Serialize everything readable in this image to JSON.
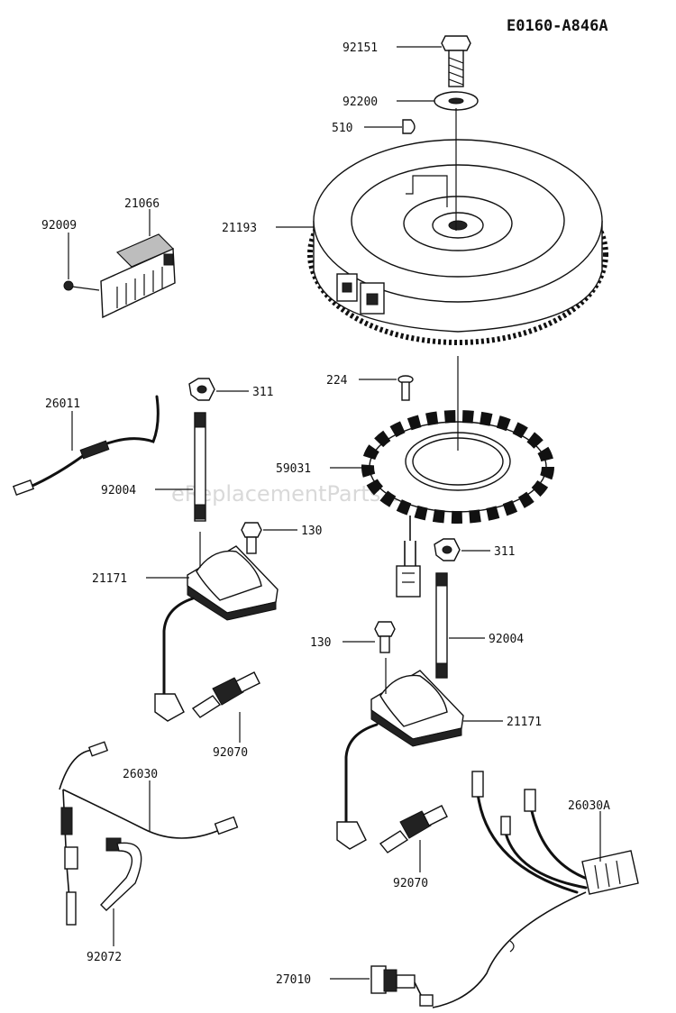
{
  "diagram_code": "E0160-A846A",
  "watermark": "eReplacementParts.com",
  "parts": [
    {
      "id": "p-92151",
      "label": "92151"
    },
    {
      "id": "p-92200",
      "label": "92200"
    },
    {
      "id": "p-510",
      "label": "510"
    },
    {
      "id": "p-21066",
      "label": "21066"
    },
    {
      "id": "p-92009",
      "label": "92009"
    },
    {
      "id": "p-21193",
      "label": "21193"
    },
    {
      "id": "p-311-a",
      "label": "311"
    },
    {
      "id": "p-224",
      "label": "224"
    },
    {
      "id": "p-26011",
      "label": "26011"
    },
    {
      "id": "p-59031",
      "label": "59031"
    },
    {
      "id": "p-92004-a",
      "label": "92004"
    },
    {
      "id": "p-130-a",
      "label": "130"
    },
    {
      "id": "p-311-b",
      "label": "311"
    },
    {
      "id": "p-21171-a",
      "label": "21171"
    },
    {
      "id": "p-130-b",
      "label": "130"
    },
    {
      "id": "p-92004-b",
      "label": "92004"
    },
    {
      "id": "p-92070-a",
      "label": "92070"
    },
    {
      "id": "p-21171-b",
      "label": "21171"
    },
    {
      "id": "p-26030",
      "label": "26030"
    },
    {
      "id": "p-26030A",
      "label": "26030A"
    },
    {
      "id": "p-92070-b",
      "label": "92070"
    },
    {
      "id": "p-92072",
      "label": "92072"
    },
    {
      "id": "p-27010",
      "label": "27010"
    }
  ]
}
